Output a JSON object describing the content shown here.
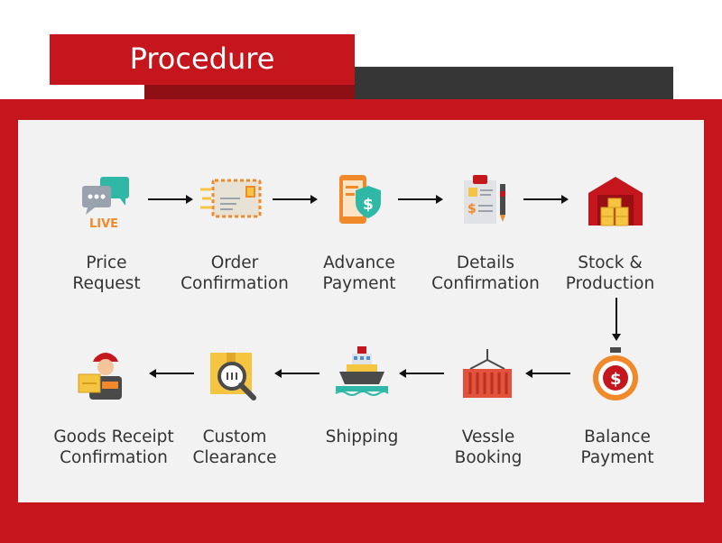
{
  "header": {
    "title": "Procedure"
  },
  "steps": [
    {
      "label": "Price\nRequest",
      "icon": "live-chat-icon"
    },
    {
      "label": "Order\nConfirmation",
      "icon": "envelope-chip-icon"
    },
    {
      "label": "Advance\nPayment",
      "icon": "mobile-payment-shield-icon"
    },
    {
      "label": "Details\nConfirmation",
      "icon": "clipboard-document-icon"
    },
    {
      "label": "Stock &\nProduction",
      "icon": "warehouse-icon"
    },
    {
      "label": "Balance\nPayment",
      "icon": "stopwatch-dollar-icon"
    },
    {
      "label": "Vessle\nBooking",
      "icon": "shipping-container-icon"
    },
    {
      "label": "Shipping",
      "icon": "cargo-ship-icon"
    },
    {
      "label": "Custom\nClearance",
      "icon": "magnifier-box-icon"
    },
    {
      "label": "Goods Receipt\nConfirmation",
      "icon": "delivery-man-icon"
    }
  ],
  "colors": {
    "brand_red": "#c4161c",
    "dark_bar": "#363636",
    "panel": "#f2f2f2",
    "text": "#333333"
  }
}
